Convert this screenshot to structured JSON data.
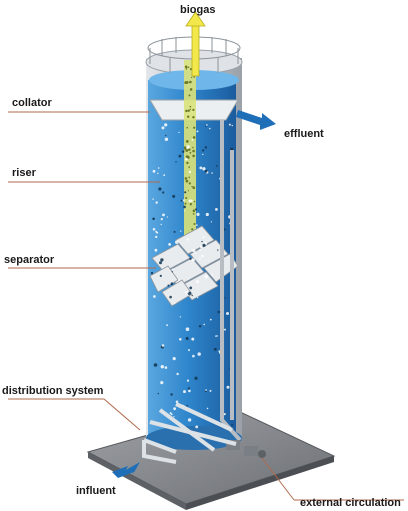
{
  "labels": {
    "biogas": "biogas",
    "collator": "collator",
    "effluent": "effluent",
    "riser": "riser",
    "separator": "separator",
    "distribution_system": "distribution system",
    "influent": "influent",
    "external_circulation": "external circulation"
  },
  "colors": {
    "liquid": "#2f86cc",
    "liquid_dark": "#1b5c9e",
    "tank_wall": "#c9ced4",
    "base_plate": "#8a8d92",
    "riser_gas": "#e8e66a",
    "arrow_blue": "#1f6fb8",
    "leader_line": "#b06a4e"
  }
}
